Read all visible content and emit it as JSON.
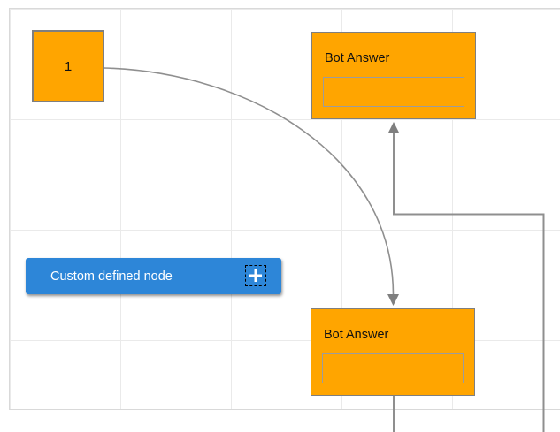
{
  "diagram": {
    "nodes": {
      "start": {
        "label": "1"
      },
      "bot_answer_top": {
        "title": "Bot Answer",
        "field_value": "",
        "field_placeholder": ""
      },
      "bot_answer_bottom": {
        "title": "Bot Answer",
        "field_value": "",
        "field_placeholder": ""
      },
      "custom_node": {
        "label": "Custom defined node",
        "add_icon": "plus-icon"
      }
    },
    "colors": {
      "node_fill": "#FFA500",
      "node_border": "#7F7F7F",
      "custom_fill": "#2D86D8",
      "custom_text": "#FFFFFF",
      "connector": "#8F8F8F",
      "arrow": "#7F7F7F",
      "grid_line": "#EAEAEA",
      "grid_border": "#D9D9D9",
      "canvas_bg": "#FFFFFF"
    }
  }
}
